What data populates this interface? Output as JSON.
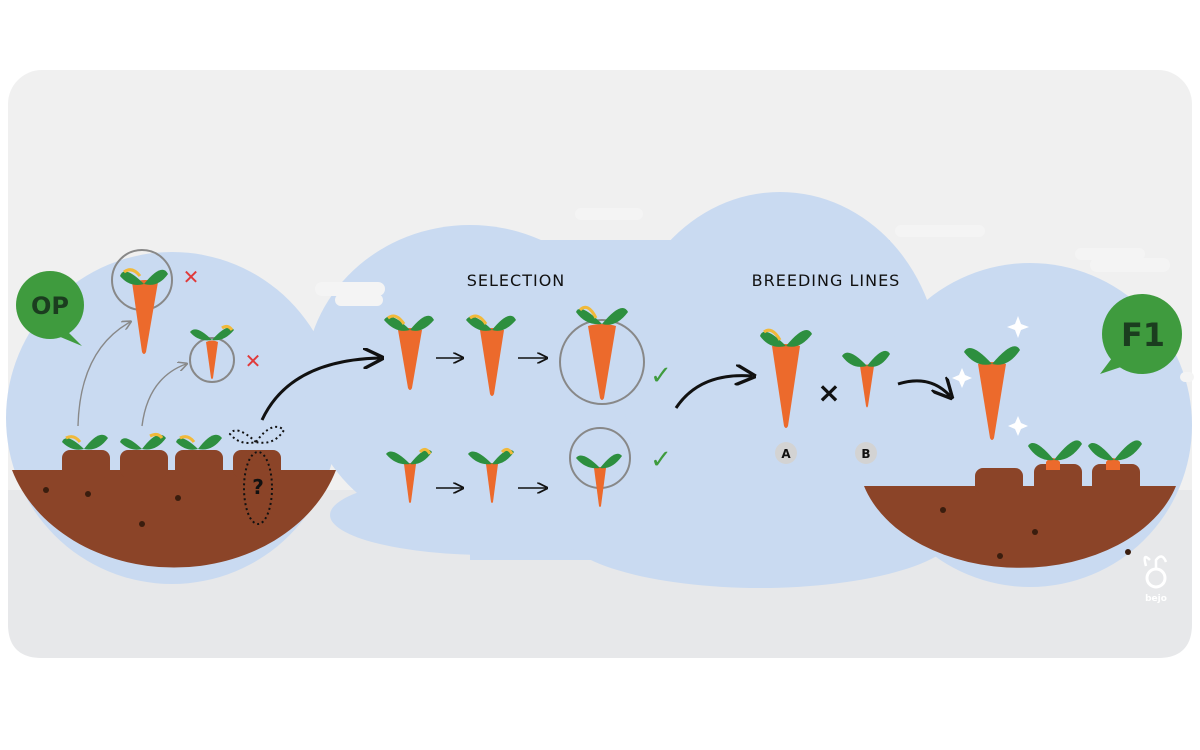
{
  "labels": {
    "op": "OP",
    "f1": "F1",
    "selection": "SELECTION",
    "breeding_lines": "BREEDING LINES",
    "line_a": "A",
    "line_b": "B",
    "unknown": "?",
    "cross": "×",
    "reject": "✕",
    "accept": "✓",
    "logo_text": "bejo"
  },
  "colors": {
    "panel_bg": "#f0f0f0",
    "ground_band": "#e7e8ea",
    "sky": "#c9daf1",
    "soil": "#8b4428",
    "carrot": "#ec6a2c",
    "leaf": "#2d8f3f",
    "leaf_yellow": "#f1b93a",
    "badge": "#3f9b3e",
    "reject": "#e03a3a",
    "accept": "#3f9b3e"
  }
}
